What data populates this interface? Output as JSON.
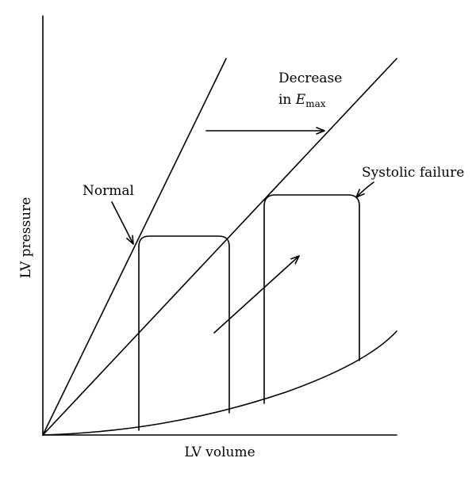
{
  "labels": {
    "x_axis": "LV volume",
    "y_axis": "LV pressure",
    "normal": "Normal",
    "systolic_failure": "Systolic failure",
    "decrease_line1": "Decrease",
    "decrease_in": "in ",
    "decrease_E": "E",
    "decrease_sub": "max"
  },
  "colors": {
    "line": "#000000",
    "background": "#ffffff"
  },
  "icons": {
    "shift_arrow": "arrow-right-icon",
    "diagonal_arrow": "arrow-up-right-icon"
  }
}
